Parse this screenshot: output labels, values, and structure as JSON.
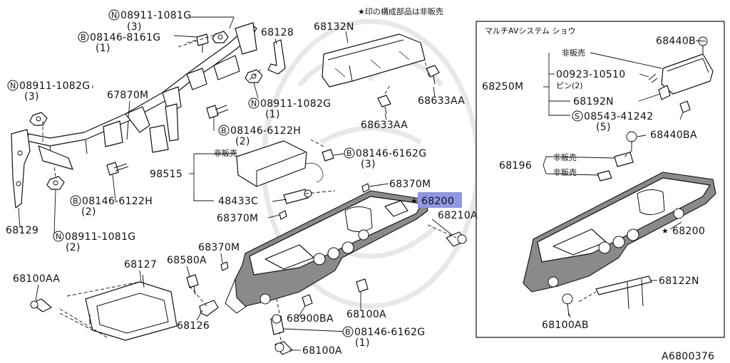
{
  "diagram_id": "A6800376",
  "note_top": "★印の構成部品は非販売",
  "inset": {
    "title": "マルチAVシステム ショウ"
  },
  "labels": {
    "p08911_1081G_top": "08911-1081G",
    "p08911_1081G_top_qty": "(3)",
    "p08146_8161G": "08146-8161G",
    "p08146_8161G_qty": "(1)",
    "p68128": "68128",
    "p68132N": "68132N",
    "p08911_1082G_left": "08911-1082G",
    "p08911_1082G_left_qty": "(3)",
    "p67870M": "67870M",
    "p08911_1082G_mid": "08911-1082G",
    "p08911_1082G_mid_qty": "(1)",
    "p68633AA_a": "68633AA",
    "p68633AA_b": "68633AA",
    "p08146_6122H_top": "08146-6122H",
    "p08146_6122H_top_qty": "(2)",
    "not_for_sale_1": "非販売",
    "p98515": "98515",
    "p48433C": "48433C",
    "p08146_6162G_mid": "08146-6162G",
    "p08146_6162G_mid_qty": "(3)",
    "p68370M_a": "68370M",
    "p68200_main": "68200",
    "p68210A": "68210A",
    "p68370M_b": "68370M",
    "p08146_6122H_low": "08146-6122H",
    "p08146_6122H_low_qty": "(2)",
    "p68129": "68129",
    "p08911_1081G_low": "08911-1081G",
    "p08911_1081G_low_qty": "(2)",
    "p68370M_c": "68370M",
    "p68580A": "68580A",
    "p68127": "68127",
    "p68100AA": "68100AA",
    "p68126": "68126",
    "p68900BA": "68900BA",
    "p68100A_a": "68100A",
    "p08146_6162G_low": "08146-6162G",
    "p08146_6162G_low_qty": "(1)",
    "p68100A_b": "68100A",
    "in_68440B": "68440B",
    "in_not_for_sale_a": "非販売",
    "in_68250M": "68250M",
    "in_00923_10510": "00923-10510",
    "in_pin": "ピン(2)",
    "in_68192N": "68192N",
    "in_08543_41242": "08543-41242",
    "in_08543_41242_qty": "(5)",
    "in_68440BA": "68440BA",
    "in_68196": "68196",
    "in_not_for_sale_b": "非販売",
    "in_not_for_sale_c": "非販売",
    "in_68200": "68200",
    "in_68122N": "68122N",
    "in_68100AB": "68100AB"
  },
  "prefix_letters": {
    "nut": "N",
    "bolt": "B",
    "screw": "S"
  },
  "star_symbol": "★"
}
